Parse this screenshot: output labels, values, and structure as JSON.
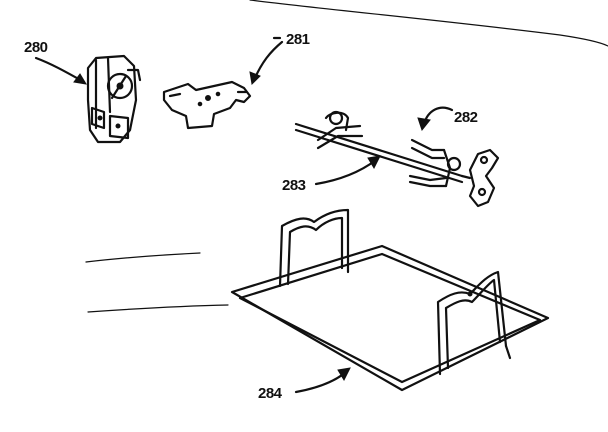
{
  "diagram": {
    "parts": [
      {
        "id": "motor",
        "callout": "280"
      },
      {
        "id": "bracket",
        "callout": "281"
      },
      {
        "id": "spit-fork",
        "callout": "282"
      },
      {
        "id": "spit-rod",
        "callout": "283"
      },
      {
        "id": "rack",
        "callout": "284"
      }
    ]
  },
  "colors": {
    "ink": "#111111",
    "paper": "#ffffff"
  }
}
